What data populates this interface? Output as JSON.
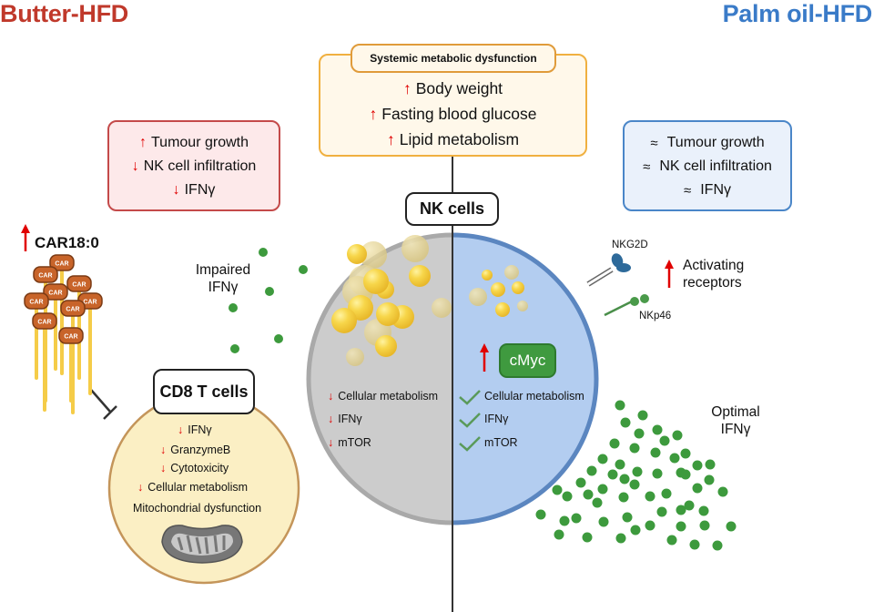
{
  "titles": {
    "left": "Butter-HFD",
    "right": "Palm oil-HFD"
  },
  "colors": {
    "butter_title": "#c0392b",
    "palm_title": "#3a7bc8",
    "increase_arrow": "#e00000",
    "check": "#4a8f4a",
    "ifn_dot": "#3d9a3d",
    "nk_butter_half": "#cccccc",
    "nk_palm_half": "#b3cdf0",
    "cd8_cell": "#fbefc4",
    "cmyc_box": "#3f9a3f"
  },
  "systemic_box": {
    "header": "Systemic metabolic dysfunction",
    "items": [
      {
        "direction": "up",
        "icon": "arrow-up-icon",
        "text": "Body weight"
      },
      {
        "direction": "up",
        "icon": "arrow-up-icon",
        "text": "Fasting blood glucose"
      },
      {
        "direction": "up",
        "icon": "arrow-up-icon",
        "text": "Lipid metabolism"
      }
    ]
  },
  "butter_box": {
    "items": [
      {
        "direction": "up",
        "icon": "arrow-up-icon",
        "text": "Tumour growth"
      },
      {
        "direction": "down",
        "icon": "arrow-down-icon",
        "text": "NK cell infiltration"
      },
      {
        "direction": "down",
        "icon": "arrow-down-icon",
        "text": "IFNγ"
      }
    ]
  },
  "palm_box": {
    "items": [
      {
        "direction": "unchanged",
        "icon": "approx-icon",
        "symbol": "≈",
        "text": "Tumour growth"
      },
      {
        "direction": "unchanged",
        "icon": "approx-icon",
        "symbol": "≈",
        "text": "NK cell infiltration"
      },
      {
        "direction": "unchanged",
        "icon": "approx-icon",
        "symbol": "≈",
        "text": "IFNγ"
      }
    ]
  },
  "car": {
    "label": "CAR18:0",
    "direction": "up",
    "molecule_label": "CAR",
    "molecule_count": 9
  },
  "nk_cell": {
    "label": "NK cells",
    "butter_items": [
      {
        "direction": "down",
        "text": "Cellular metabolism"
      },
      {
        "direction": "down",
        "text": "IFNγ"
      },
      {
        "direction": "down",
        "text": "mTOR"
      }
    ],
    "palm_items": [
      {
        "status": "check",
        "text": "Cellular metabolism"
      },
      {
        "status": "check",
        "text": "IFNγ"
      },
      {
        "status": "check",
        "text": "mTOR"
      }
    ],
    "cmyc": {
      "label": "cMyc",
      "direction": "up"
    }
  },
  "cd8_cell": {
    "label": "CD8 T cells",
    "items": [
      {
        "direction": "down",
        "text": "IFNγ"
      },
      {
        "direction": "down",
        "text": "GranzymeB"
      },
      {
        "direction": "down",
        "text": "Cytotoxicity"
      },
      {
        "direction": "down",
        "text": "Cellular metabolism"
      },
      {
        "direction": "none",
        "text": "Mitochondrial dysfunction"
      }
    ]
  },
  "receptors": {
    "nkg2d": "NKG2D",
    "nkp46": "NKp46",
    "activating_label_line1": "Activating",
    "activating_label_line2": "receptors",
    "direction": "up"
  },
  "ifn_labels": {
    "impaired_line1": "Impaired",
    "impaired_line2": "IFNγ",
    "optimal_line1": "Optimal",
    "optimal_line2": "IFNγ"
  },
  "glyphs": {
    "up": "↑",
    "down": "↓"
  }
}
